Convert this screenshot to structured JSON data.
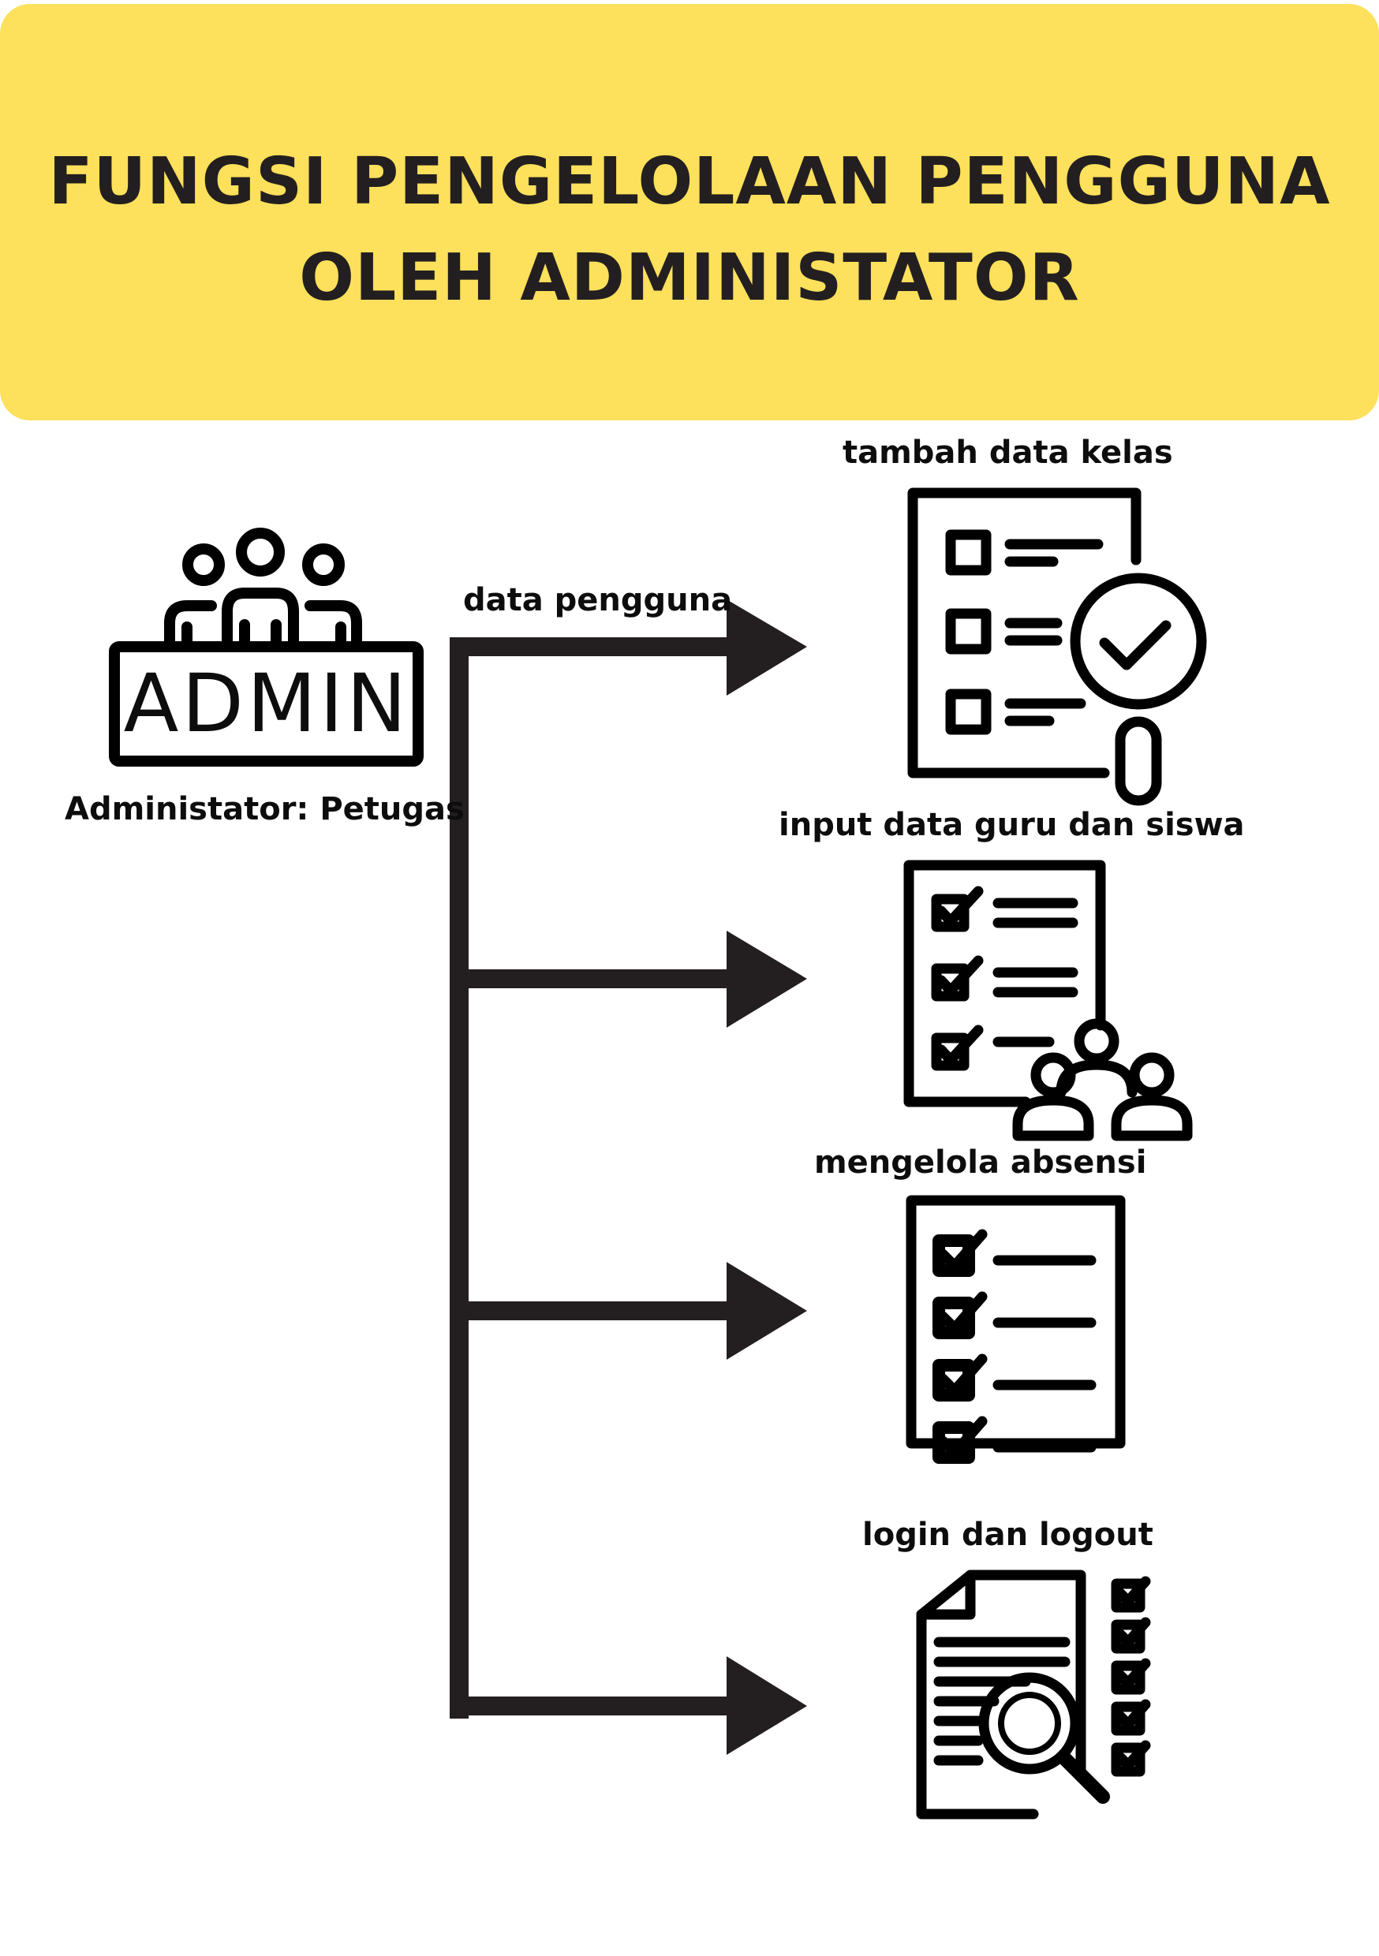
{
  "header": {
    "title_line1": "FUNGSI PENGELOLAAN PENGGUNA",
    "title_line2": "OLEH ADMINISTATOR",
    "background": "#fde05b"
  },
  "admin": {
    "badge_text": "ADMIN",
    "caption": "Administator: Petugas",
    "icon": "admin-group-icon"
  },
  "connector": {
    "label": "data pengguna"
  },
  "functions": [
    {
      "label": "tambah data kelas",
      "icon": "checklist-magnifier-check-icon"
    },
    {
      "label": "input data guru dan siswa",
      "icon": "checklist-users-icon"
    },
    {
      "label": "mengelola absensi",
      "icon": "attendance-checklist-icon"
    },
    {
      "label": "login dan logout",
      "icon": "document-search-icon"
    }
  ],
  "colors": {
    "line": "#231f20",
    "accent": "#fde05b"
  }
}
